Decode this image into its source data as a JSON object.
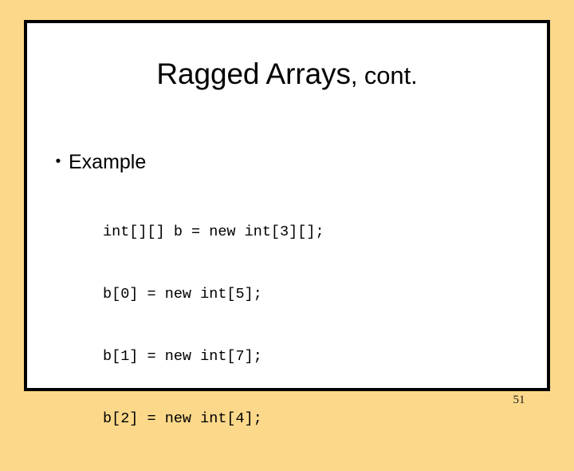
{
  "slide": {
    "title": {
      "head": "Ragged Arrays",
      "tail": ", cont."
    },
    "bullets": [
      {
        "marker": "•",
        "label": "Example"
      }
    ],
    "code_lines": [
      "int[][] b = new int[3][];",
      "b[0] = new int[5];",
      "b[1] = new int[7];",
      "b[2] = new int[4];"
    ],
    "page_number": "51",
    "colors": {
      "background": "#FCD98A",
      "slide_fill": "#FFFFFF",
      "border": "#000000",
      "text": "#000000",
      "page_number": "#1a1a1a"
    }
  }
}
